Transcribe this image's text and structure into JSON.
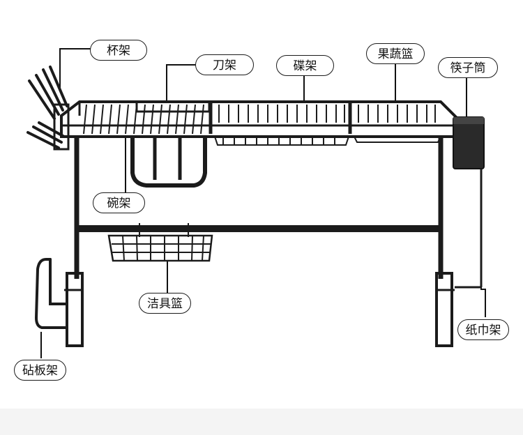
{
  "colors": {
    "rack": "#1b1b1b",
    "leader": "#111111",
    "background": "#ffffff"
  },
  "labels": {
    "cup_rack": "杯架",
    "knife_rack": "刀架",
    "plate_rack": "碟架",
    "fruit_basket": "果蔬篮",
    "chopstick_holder": "筷子筒",
    "bowl_rack": "碗架",
    "cleaning_basket": "洁具篮",
    "towel_rack": "纸巾架",
    "cutting_board_rack": "砧板架"
  }
}
